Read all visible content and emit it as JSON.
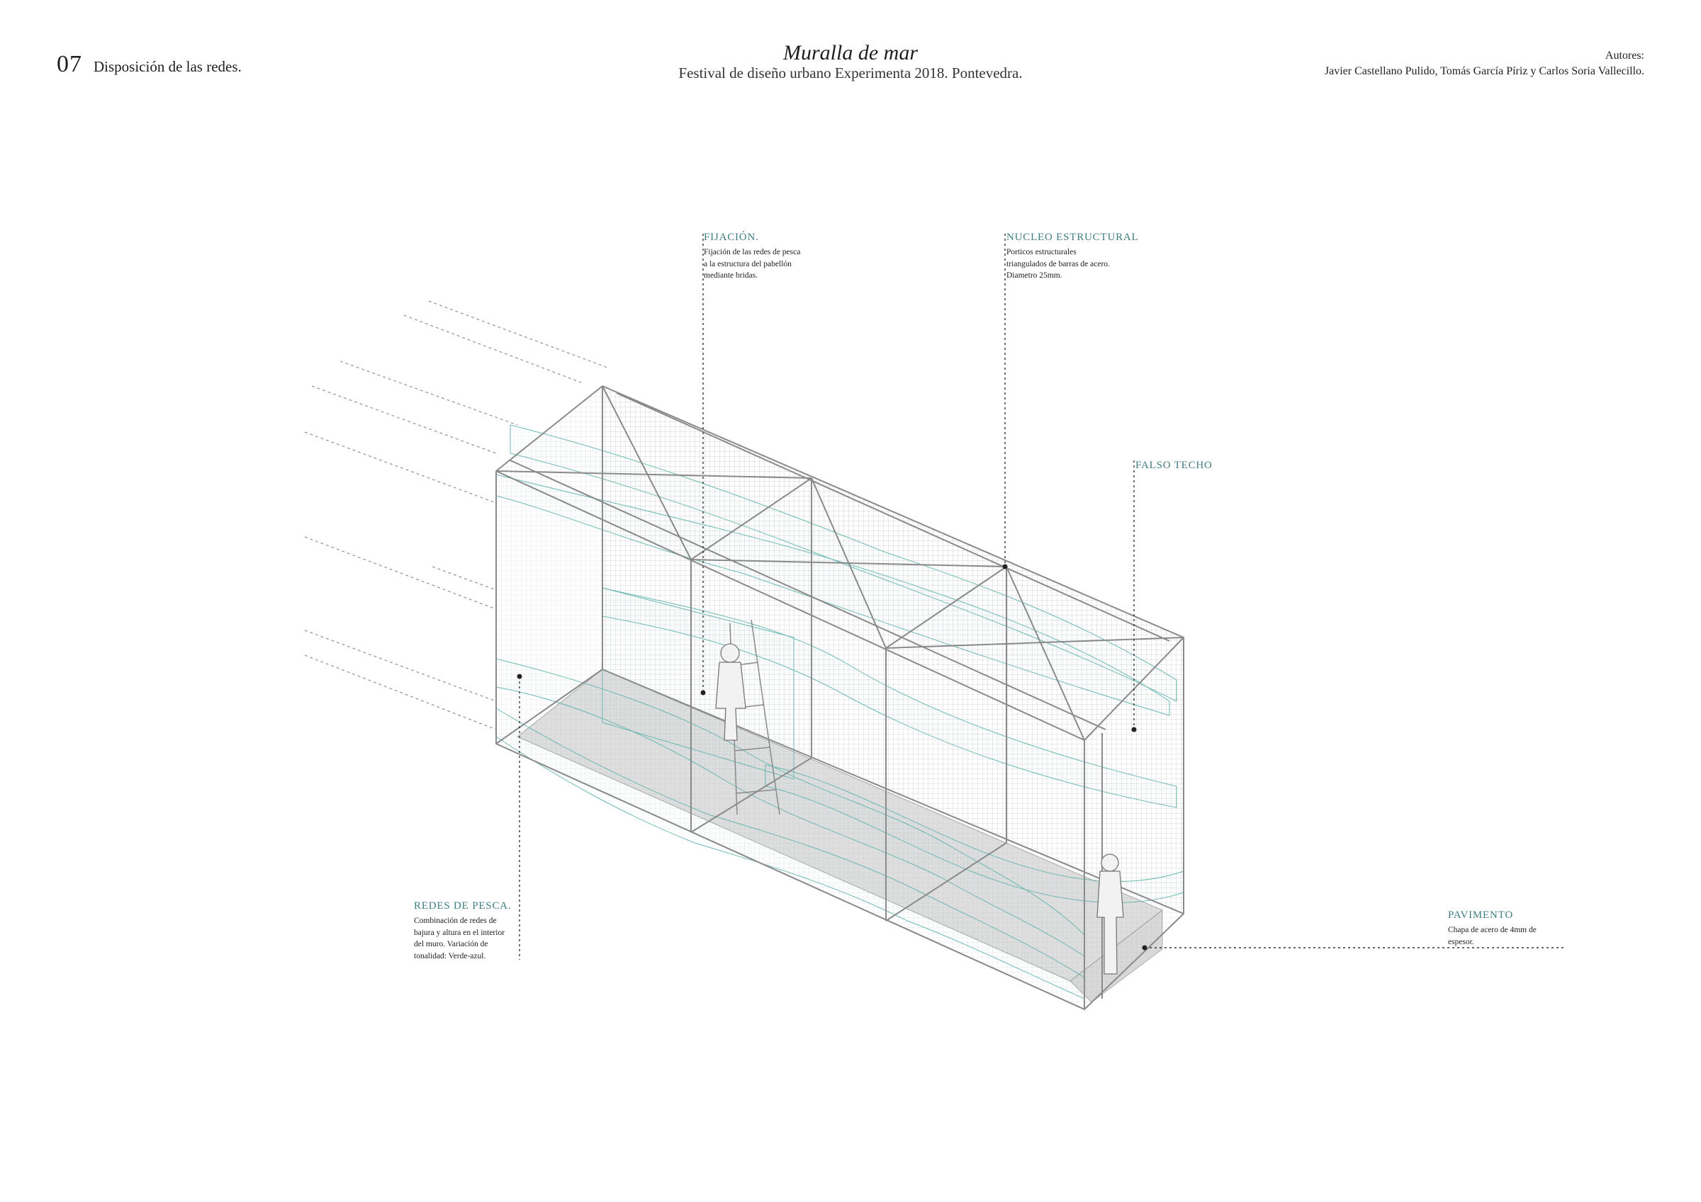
{
  "header": {
    "number": "07",
    "section_title": "Disposición de las redes.",
    "title": "Muralla de mar",
    "subtitle": "Festival de diseño urbano Experimenta 2018. Pontevedra.",
    "authors_label": "Autores:",
    "authors": "Javier Castellano Pulido, Tomás García Píriz y Carlos Soria Vallecillo."
  },
  "annotations": {
    "fijacion": {
      "title": "FIJACIÓN.",
      "lines": [
        "Fijación de las redes de pesca",
        "a la estructura del pabellón",
        "mediante bridas."
      ]
    },
    "nucleo": {
      "title": "NUCLEO ESTRUCTURAL",
      "lines": [
        "Porticos estructurales",
        "triangulados  de barras de acero.",
        "Diametro 25mm."
      ]
    },
    "falso_techo": {
      "title": "FALSO TECHO",
      "lines": []
    },
    "redes": {
      "title": "REDES DE PESCA.",
      "lines": [
        "Combinación de redes de",
        "bajura y altura en el interior",
        "del muro. Variación de",
        "tonalidad: Verde-azul."
      ]
    },
    "pavimento": {
      "title": "PAVIMENTO",
      "lines": [
        "Chapa de acero de 4mm de",
        "espesor."
      ]
    }
  },
  "colors": {
    "net": "#5fb3ad",
    "net_dark": "#3e8f8b",
    "accent_text": "#3f7d80",
    "structure": "#8a8a8a",
    "floor": "#d6d6d6"
  }
}
